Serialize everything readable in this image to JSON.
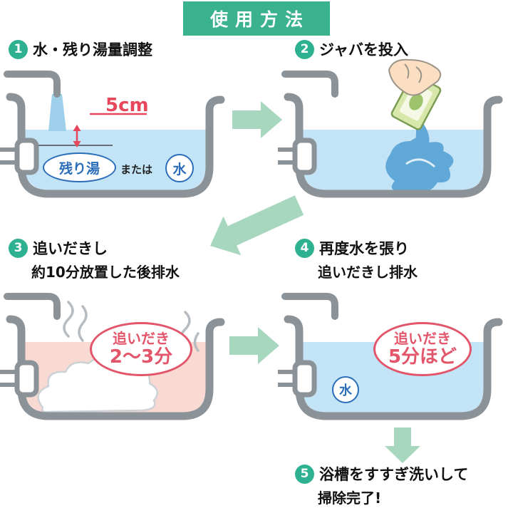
{
  "title": "使用方法",
  "steps": {
    "s1": {
      "num": "1",
      "title": "水・残り湯量調整"
    },
    "s2": {
      "num": "2",
      "title": "ジャバを投入"
    },
    "s3": {
      "num": "3",
      "line1": "追いだきし",
      "line2": "約10分放置した後排水"
    },
    "s4": {
      "num": "4",
      "line1": "再度水を張り",
      "line2": "追いだきし排水"
    },
    "s5": {
      "num": "5",
      "line1": "浴槽をすすぎ洗いして",
      "line2": "掃除完了!"
    }
  },
  "tub1": {
    "depth": "5cm",
    "leftover": "残り湯",
    "or": "または",
    "water": "水"
  },
  "tub3": {
    "badge1": "追いだき",
    "badge2": "2〜3分"
  },
  "tub4": {
    "badge1": "追いだき",
    "badge2": "5分ほど",
    "water": "水"
  },
  "colors": {
    "header_green": "#3ab28e",
    "arrow_green": "#a8d7bf",
    "water_blue": "#c3e4f6",
    "water_pink": "#f9dad2",
    "accent_red": "#e8465a",
    "badge_red": "#e2556a",
    "label_blue": "#2a6db8",
    "tub_gray": "#8b9298"
  }
}
